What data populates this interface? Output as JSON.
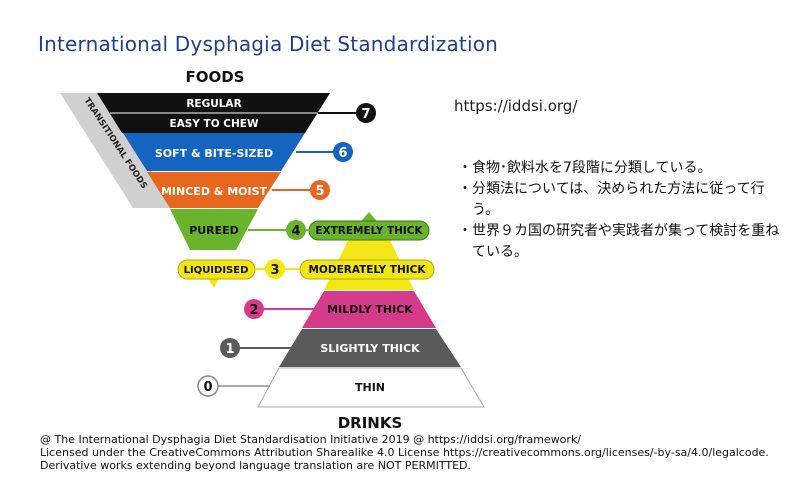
{
  "title": "International Dysphagia Diet Standardization",
  "url": "https://iddsi.org/",
  "bullets": [
    "食物･飲料水を7段階に分類している。",
    "分類法については、決められた方法に従って行う。",
    "世界９カ国の研究者や実践者が集って検討を重ねている。"
  ],
  "diagram": {
    "foods_heading": "FOODS",
    "drinks_heading": "DRINKS",
    "transitional_label": "TRANSITIONAL FOODS",
    "levels": {
      "regular": "REGULAR",
      "easy_to_chew": "EASY TO CHEW",
      "soft_bite_sized": "SOFT & BITE-SIZED",
      "minced_moist": "MINCED & MOIST",
      "pureed": "PUREED",
      "liquidised": "LIQUIDISED",
      "extremely_thick": "EXTREMELY THICK",
      "moderately_thick": "MODERATELY THICK",
      "mildly_thick": "MILDLY THICK",
      "slightly_thick": "SLIGHTLY THICK",
      "thin": "THIN"
    },
    "numbers": [
      "0",
      "1",
      "2",
      "3",
      "4",
      "5",
      "6",
      "7"
    ],
    "colors": {
      "regular": "#111111",
      "soft": "#1565c0",
      "minced": "#e8671f",
      "pureed": "#6ab42d",
      "liquidised": "#f2e619",
      "mildly": "#d63a8a",
      "slightly": "#5a5a5a",
      "thin": "#ffffff",
      "transitional": "#d0d0d0"
    }
  },
  "footer": [
    "@ The International Dysphagia Diet Standardisation Initiative 2019 @ https://iddsi.org/framework/",
    "Licensed under the CreativeCommons Attribution Sharealike 4.0 License https://creativecommons.org/licenses/-by-sa/4.0/legalcode.",
    "Derivative works extending beyond language translation are NOT PERMITTED."
  ]
}
